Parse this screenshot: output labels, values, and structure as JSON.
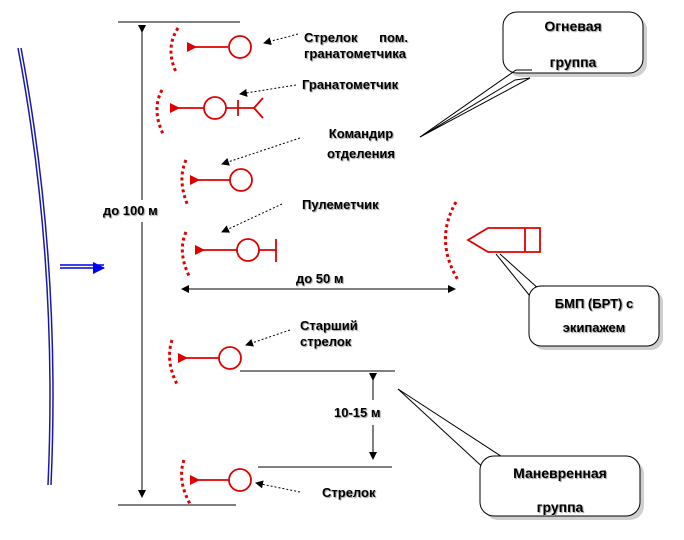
{
  "labels": {
    "shooter_asst_line1": "Стрелок      пом.",
    "shooter_asst_line2": "гранатометчика",
    "grenadier": "Гранатометчик",
    "commander_line1": "Командир",
    "commander_line2": "отделения",
    "machine_gunner": "Пулеметчик",
    "senior_shooter_line1": "Старший",
    "senior_shooter_line2": "стрелок",
    "shooter": "Стрелок",
    "depth_100": "до 100 м",
    "width_50": "до 50 м",
    "interval": "10-15 м"
  },
  "callouts": {
    "fire_group_line1": "Огневая",
    "fire_group_line2": "группа",
    "vehicle_line1": "БМП (БРТ) с",
    "vehicle_line2": "экипажем",
    "maneuver_line1": "Маневренная",
    "maneuver_line2": "группа"
  },
  "colors": {
    "symbol": "#e00000",
    "frontline": "#1a1aa8",
    "advance_arrow": "#0000ee",
    "lines": "#000000",
    "callout_fill": "#ffffff",
    "callout_shadow": "#cfcfcf"
  }
}
